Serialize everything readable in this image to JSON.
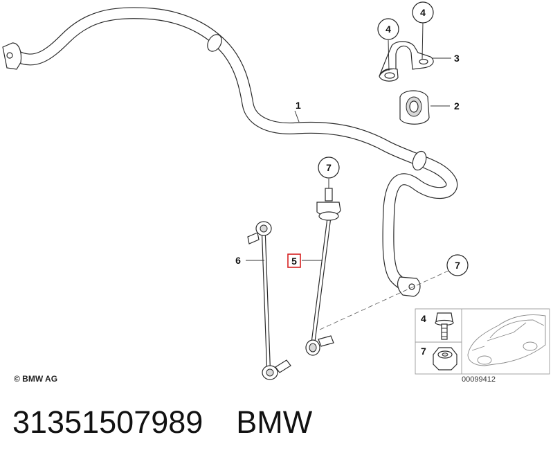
{
  "copyright": "© BMW AG",
  "diagram_code": "00099412",
  "caption": {
    "part_number": "31351507989",
    "brand": "BMW"
  },
  "callouts": {
    "stabilizer_bar": "1",
    "rubber_mounting": "2",
    "bracket": "3",
    "bolt_top_left": "4",
    "bolt_top_right": "4",
    "link_rod_highlighted": "5",
    "link_rod_left": "6",
    "nut_top": "7",
    "nut_right": "7",
    "inset_bolt": "4",
    "inset_nut": "7"
  },
  "highlight_color": "#d62020"
}
